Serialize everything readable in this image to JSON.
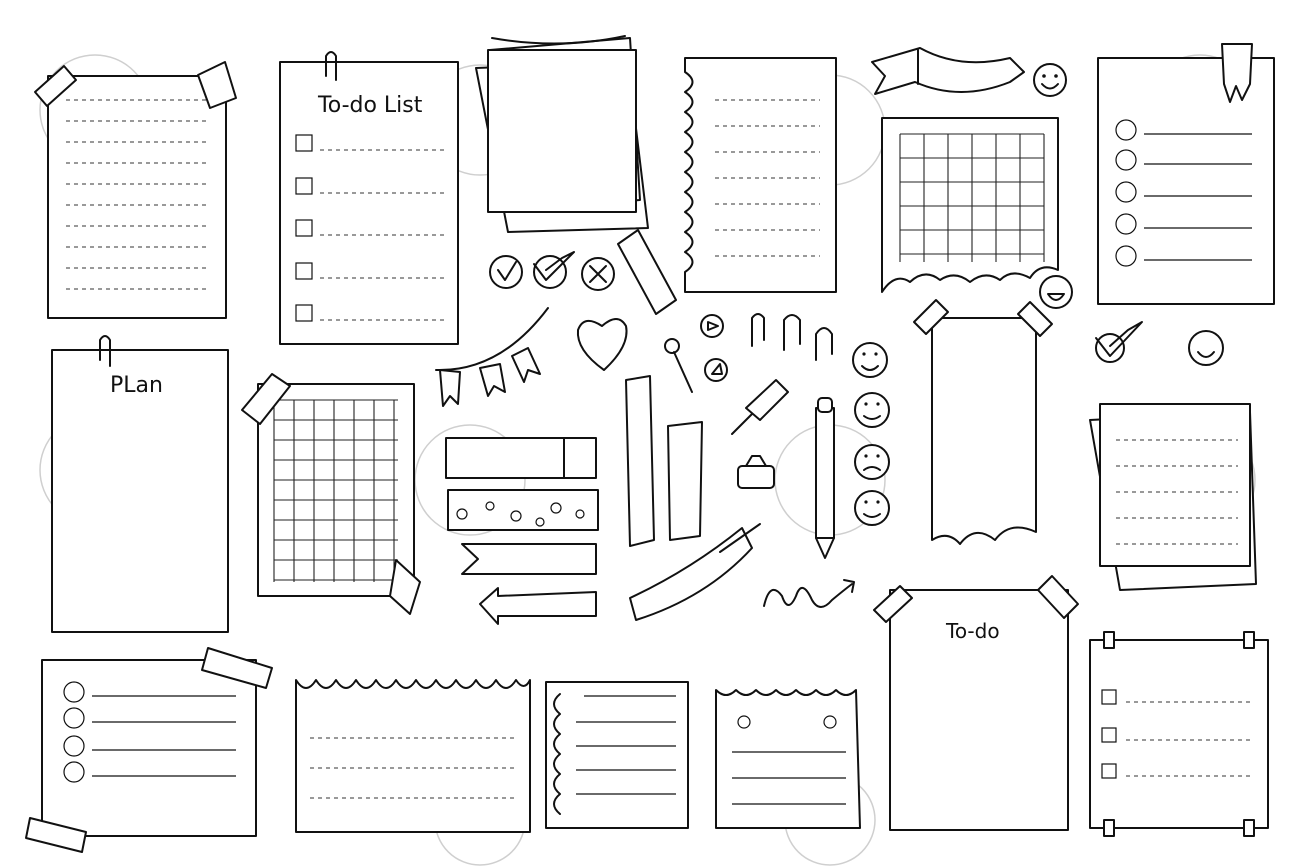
{
  "labels": {
    "todo_list": "To-do List",
    "plan": "PLan",
    "todo": "To-do"
  },
  "colors": {
    "ink": "#111111",
    "paper": "#ffffff"
  }
}
